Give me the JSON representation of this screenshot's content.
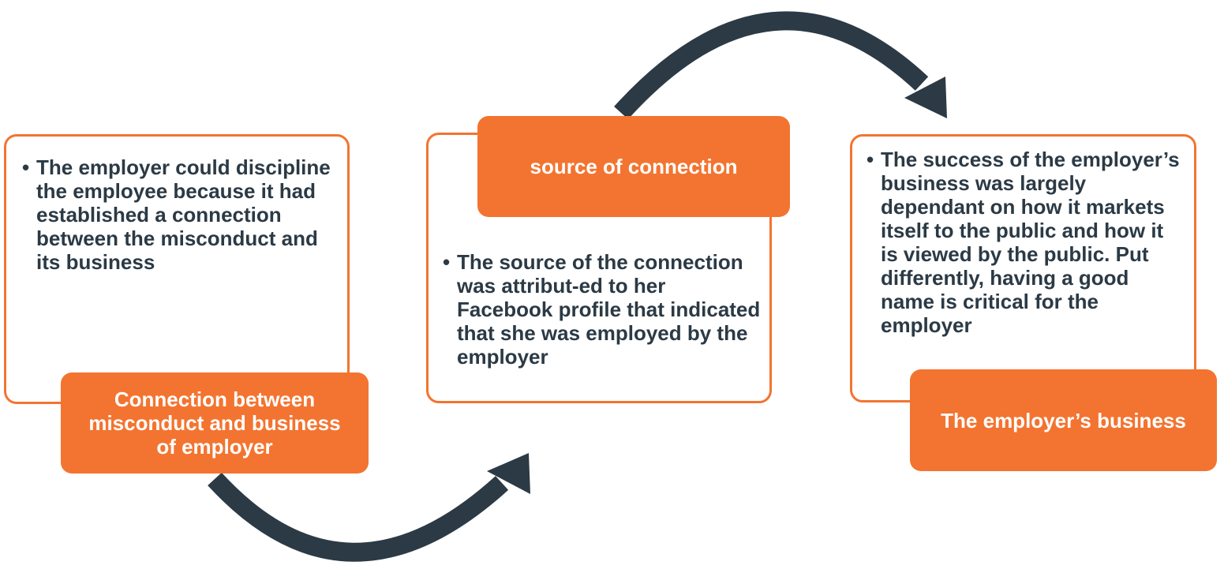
{
  "colors": {
    "accent": "#f37430",
    "arrow": "#2b3a45",
    "text": "#2b3a45",
    "background": "#ffffff"
  },
  "steps": [
    {
      "label": "Connection between misconduct and business of employer",
      "bullet": "The employer could discipline the employee because it had established a connection between the misconduct and its business"
    },
    {
      "label": "source of connection",
      "bullet": "The source of the connection was attribut-ed to her Facebook profile that indicated that she was employed by the employer"
    },
    {
      "label": "The employer’s business",
      "bullet": "The success of the employer’s business was largely dependant on how it markets itself to the public and how it is viewed by the public. Put differently, having a good name is critical for the employer"
    }
  ],
  "connectors": [
    {
      "from": 0,
      "to": 1,
      "icon": "curved-arrow-icon"
    },
    {
      "from": 1,
      "to": 2,
      "icon": "curved-arrow-icon"
    }
  ]
}
